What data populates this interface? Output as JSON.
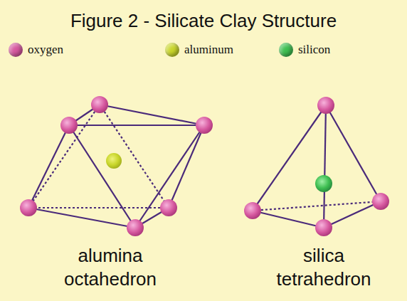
{
  "diagram": {
    "title": "Figure 2 - Silicate Clay Structure",
    "labels": [
      "alumina octahedron",
      "silica tetrahedron"
    ],
    "legend": [
      {
        "text": "oxygen",
        "color": "#d6589f"
      },
      {
        "text": "aluminum",
        "color": "#c9d62c"
      },
      {
        "text": "silicon",
        "color": "#3fbf52"
      }
    ]
  }
}
